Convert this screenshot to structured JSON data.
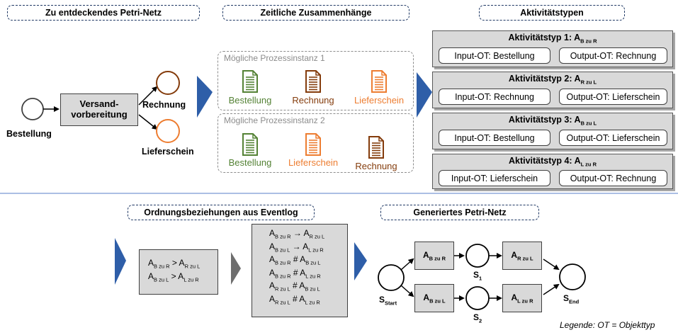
{
  "headers": {
    "petri_net": "Zu entdeckendes Petri-Netz",
    "temporal": "Zeitliche Zusammenhänge",
    "activity_types": "Aktivitätstypen",
    "ordering": "Ordnungsbeziehungen aus Eventlog",
    "generated": "Generiertes Petri-Netz"
  },
  "net": {
    "place_start": "Bestellung",
    "transition": "Versand-\nvorbereitung",
    "place_1": "Rechnung",
    "place_2": "Lieferschein"
  },
  "instances": [
    {
      "title": "Mögliche Prozessinstanz 1",
      "docs": [
        "Bestellung",
        "Rechnung",
        "Lieferschein"
      ]
    },
    {
      "title": "Mögliche Prozessinstanz 2",
      "docs": [
        "Bestellung",
        "Lieferschein",
        "Rechnung"
      ]
    }
  ],
  "activity_types": [
    {
      "title": "Aktivitätstyp 1: A",
      "sub": "B zu R",
      "input": "Input-OT: Bestellung",
      "output": "Output-OT: Rechnung"
    },
    {
      "title": "Aktivitätstyp 2: A",
      "sub": "R zu L",
      "input": "Input-OT: Rechnung",
      "output": "Output-OT: Lieferschein"
    },
    {
      "title": "Aktivitätstyp 3: A",
      "sub": "B zu L",
      "input": "Input-OT: Bestellung",
      "output": "Output-OT: Lieferschein"
    },
    {
      "title": "Aktivitätstyp 4: A",
      "sub": "L zu R",
      "input": "Input-OT: Lieferschein",
      "output": "Output-OT: Rechnung"
    }
  ],
  "ordering_relations": [
    {
      "a": "B zu R",
      "op": ">",
      "b": "R zu L"
    },
    {
      "a": "B zu L",
      "op": ">",
      "b": "L zu R"
    }
  ],
  "footprint_relations": [
    {
      "a": "B zu R",
      "op": "→",
      "b": "R zu L"
    },
    {
      "a": "B zu L",
      "op": "→",
      "b": "L zu R"
    },
    {
      "a": "B zu R",
      "op": "#",
      "b": "B zu L"
    },
    {
      "a": "B zu R",
      "op": "#",
      "b": "L zu R"
    },
    {
      "a": "R zu L",
      "op": "#",
      "b": "B zu L"
    },
    {
      "a": "R zu L",
      "op": "#",
      "b": "L zu R"
    }
  ],
  "generated_net": {
    "t1": "B zu R",
    "t2": "B zu L",
    "t3": "R zu L",
    "t4": "L zu R",
    "s_start": "Start",
    "s1": "1",
    "s2": "2",
    "s_end": "End"
  },
  "legend": "Legende: OT = Objekttyp",
  "colors": {
    "accent_blue": "#2e5ea8",
    "doc_green": "#548235",
    "doc_brown": "#843c0c",
    "doc_orange": "#ed7d31",
    "box_gray": "#d9d9d9"
  }
}
